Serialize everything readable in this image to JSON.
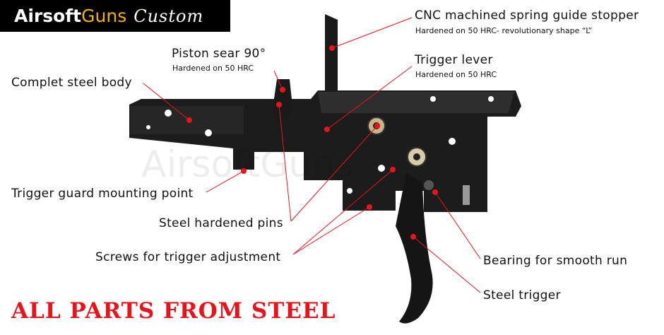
{
  "logo": {
    "part1": "Airsoft",
    "part2": "Guns",
    "part3": "Custom"
  },
  "watermark": "AirsoftGuns",
  "labels": {
    "cnc_title": "CNC machined spring guide stopper",
    "cnc_sub": "Hardened on 50 HRC- revolutionary shape “L”",
    "lever_title": "Trigger lever",
    "lever_sub": "Hardened on 50 HRC",
    "sear_title": "Piston sear 90°",
    "sear_sub": "Hardened on 50 HRC",
    "body": "Complet steel body",
    "guard": "Trigger guard mounting point",
    "pins": "Steel hardened pins",
    "screws": "Screws for trigger adjustment",
    "bearing": "Bearing for smooth run",
    "trigger": "Steel trigger"
  },
  "banner": "ALL PARTS FROM STEEL",
  "colors": {
    "accent": "#e8141c",
    "logo_gold": "#f0b400"
  }
}
